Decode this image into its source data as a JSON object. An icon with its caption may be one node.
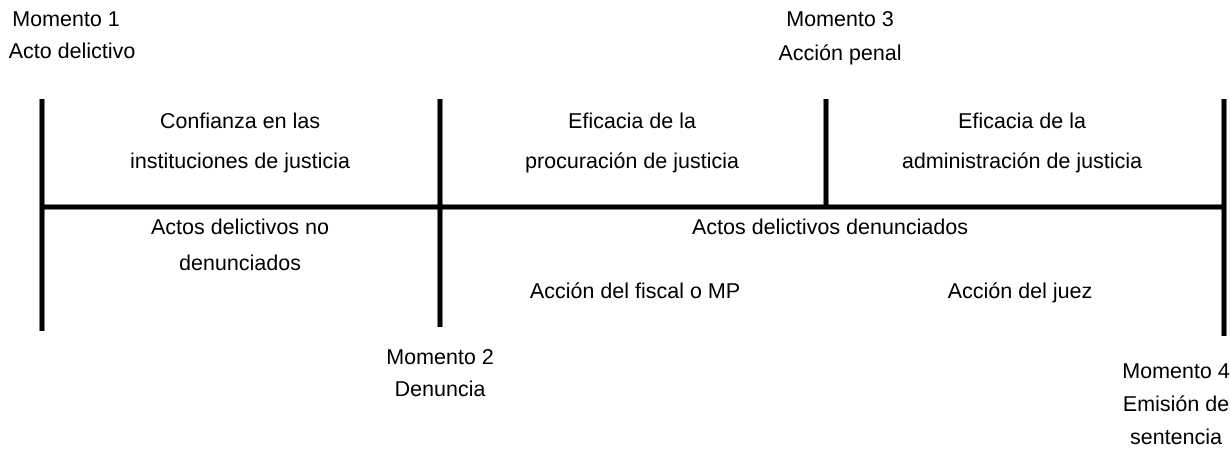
{
  "diagram": {
    "labels": [
      "Momento 1",
      "Acto delictivo",
      "Momento 3",
      "Acción penal",
      "Confianza en las",
      "instituciones de justicia",
      "Eficacia de la",
      "procuración de justicia",
      "Eficacia de la",
      "administración de justicia",
      "Actos delictivos no",
      "denunciados",
      "Actos delictivos denunciados",
      "Acción del fiscal o MP",
      "Acción del juez",
      "Momento 2",
      "Denuncia",
      "Momento 4",
      "Emisión de",
      "sentencia"
    ]
  }
}
